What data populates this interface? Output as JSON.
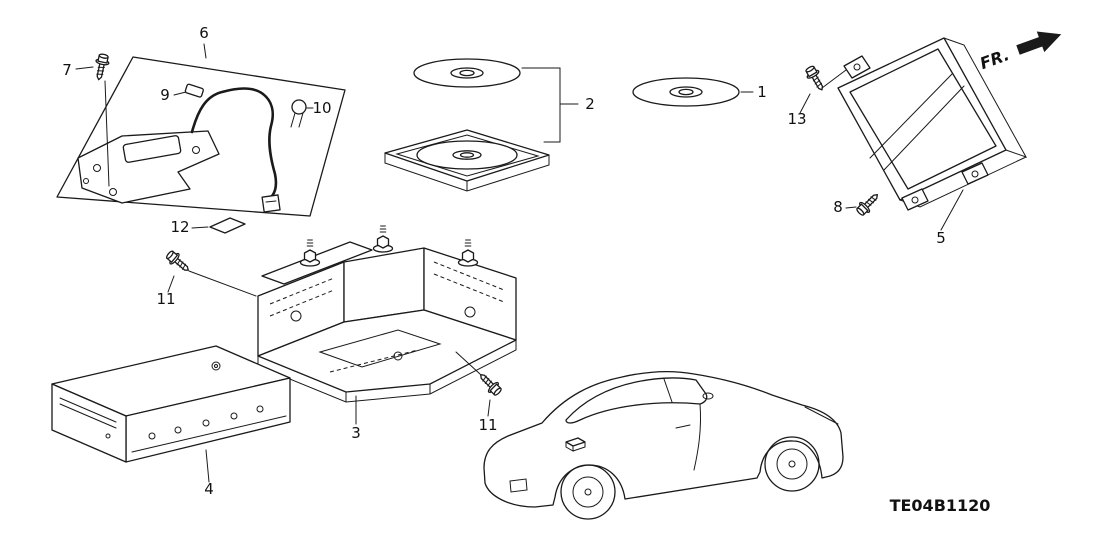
{
  "diagram": {
    "background": "#ffffff",
    "line_color": "#1a1a1a",
    "code": "TE04B1120",
    "fr_label": "FR.",
    "callouts": [
      {
        "text": "7"
      },
      {
        "text": "6"
      },
      {
        "text": "9"
      },
      {
        "text": "10"
      },
      {
        "text": "12"
      },
      {
        "text": "2"
      },
      {
        "text": "1"
      },
      {
        "text": "13"
      },
      {
        "text": "8"
      },
      {
        "text": "5"
      },
      {
        "text": "11"
      },
      {
        "text": "3"
      },
      {
        "text": "11"
      },
      {
        "text": "4"
      }
    ]
  }
}
